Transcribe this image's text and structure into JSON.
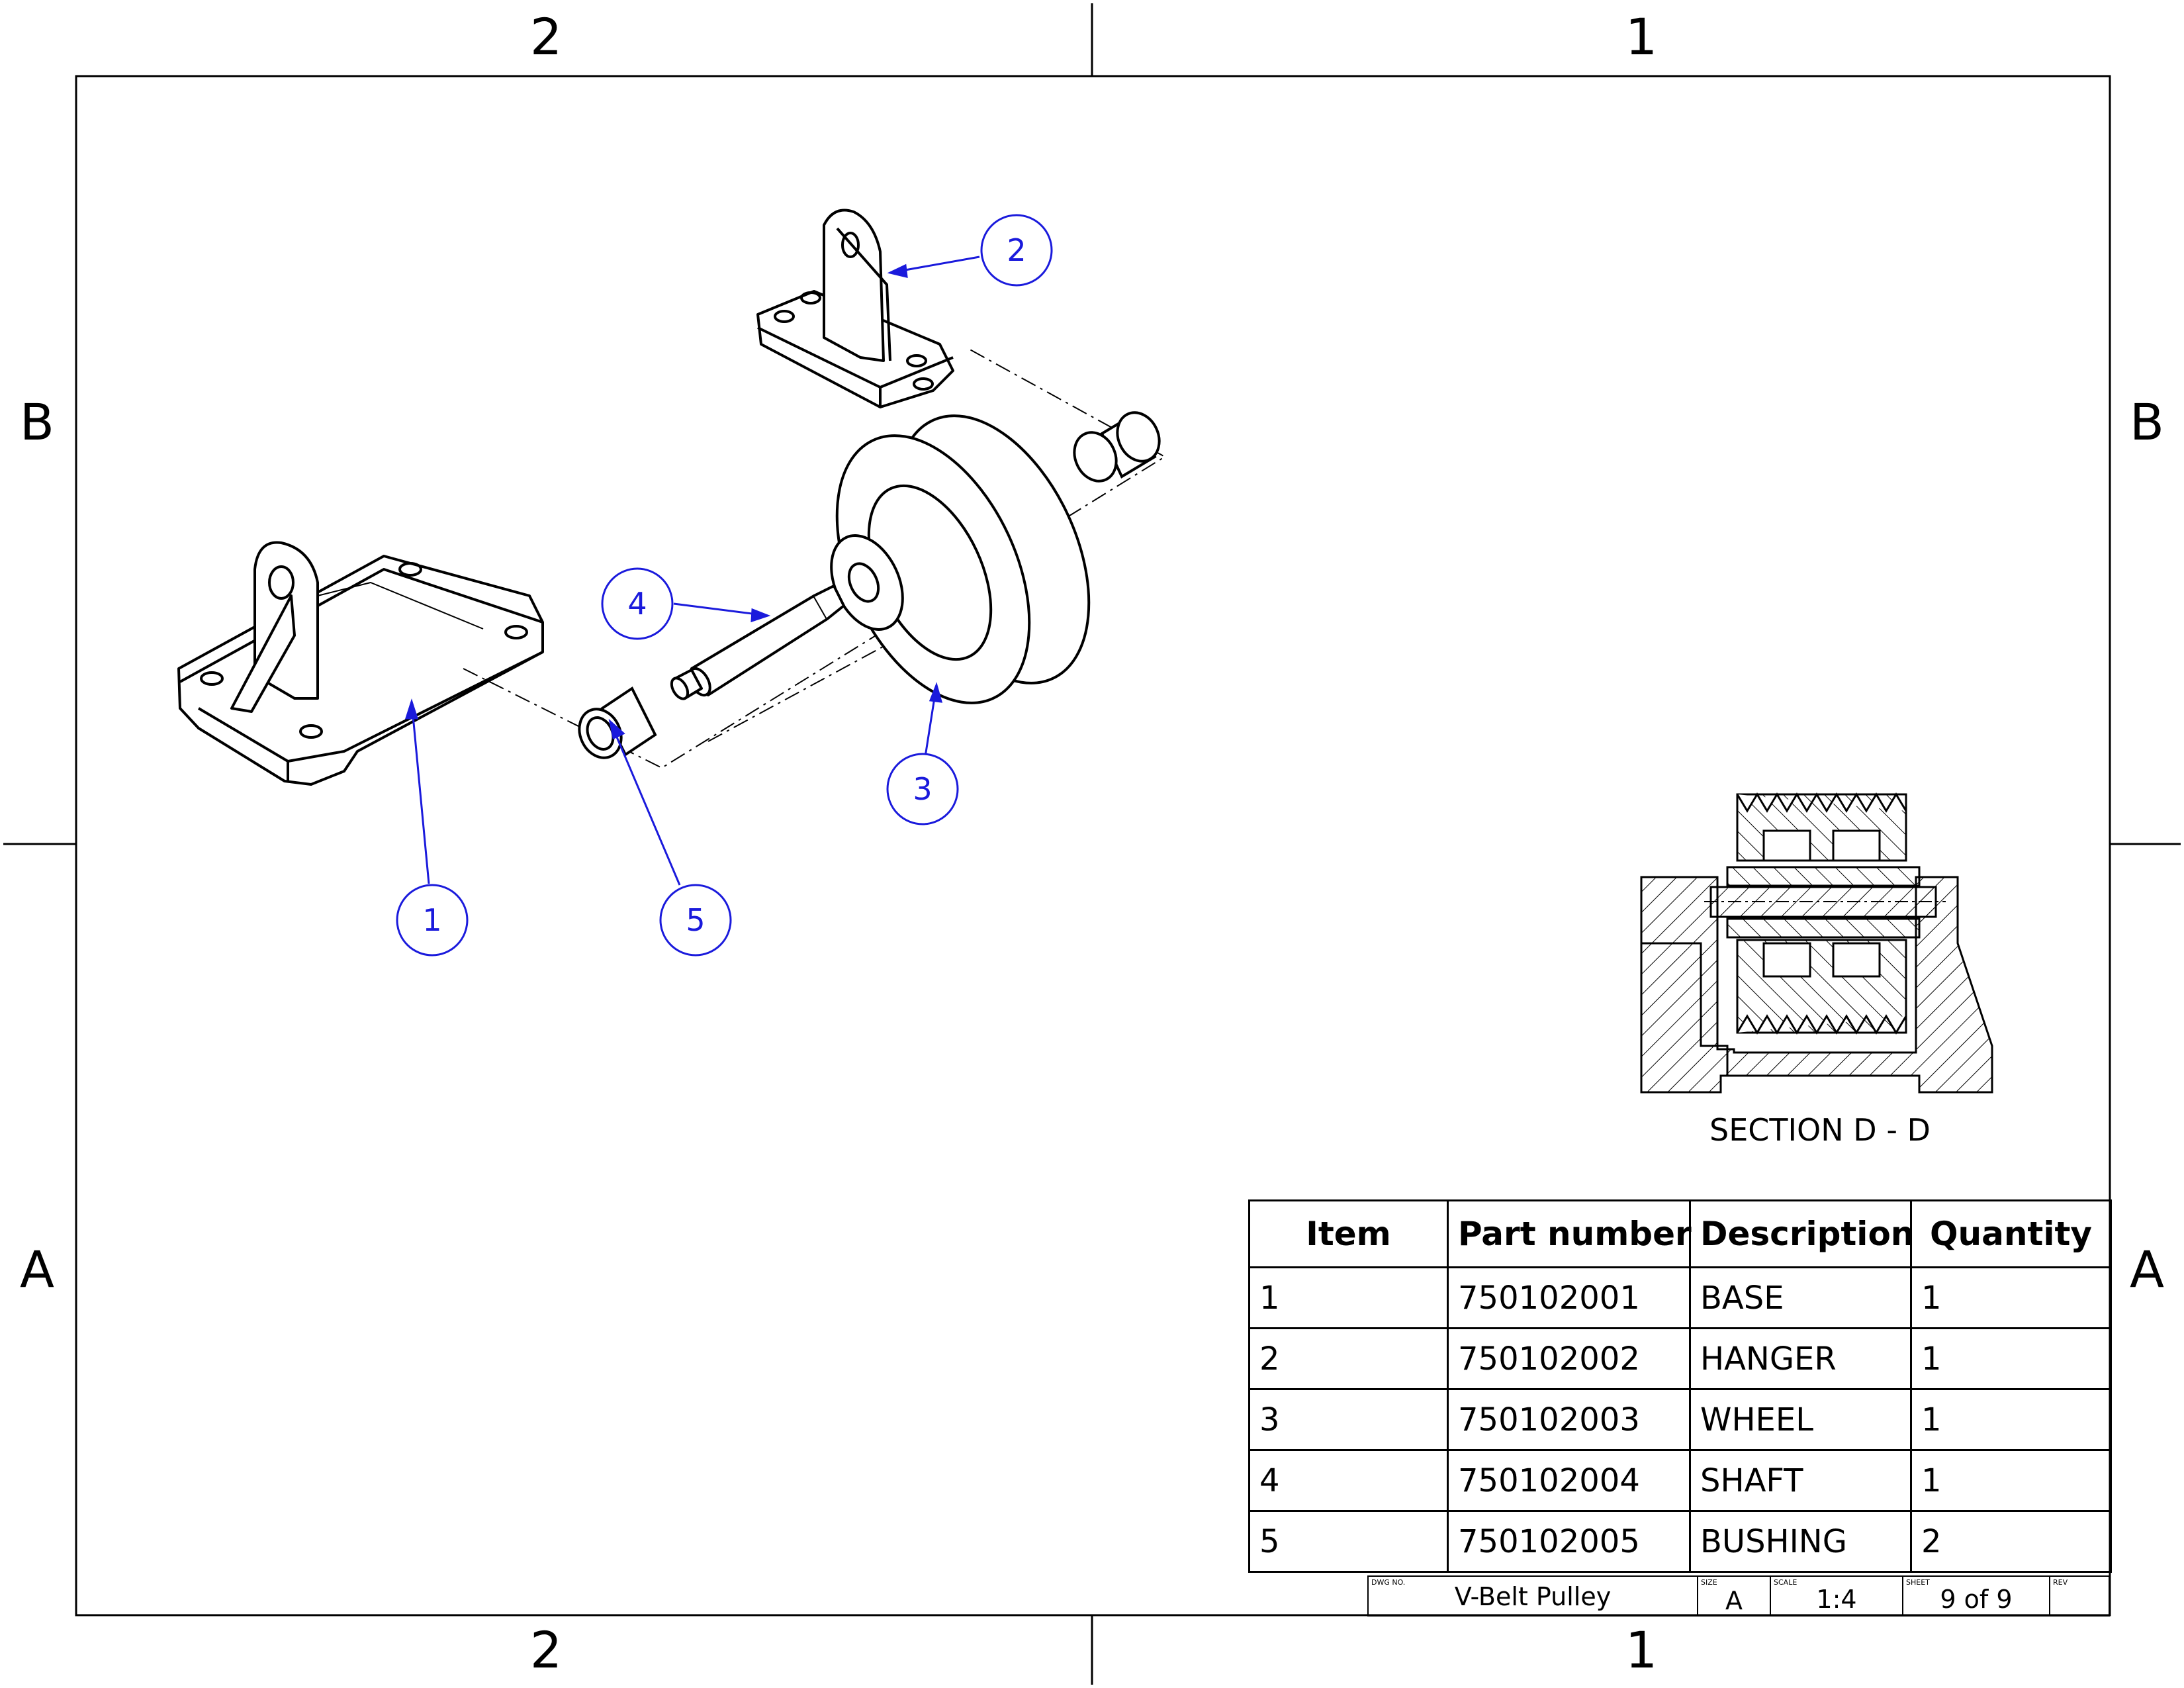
{
  "zones": {
    "top_left": "2",
    "top_right": "1",
    "bottom_left": "2",
    "bottom_right": "1",
    "left_upper": "B",
    "left_lower": "A",
    "right_upper": "B",
    "right_lower": "A"
  },
  "balloons": [
    "1",
    "2",
    "3",
    "4",
    "5"
  ],
  "section_label": "SECTION D - D",
  "bom": {
    "headers": [
      "Item",
      "Part number",
      "Description",
      "Quantity"
    ],
    "rows": [
      [
        "1",
        "750102001",
        "BASE",
        "1"
      ],
      [
        "2",
        "750102002",
        "HANGER",
        "1"
      ],
      [
        "3",
        "750102003",
        "WHEEL",
        "1"
      ],
      [
        "4",
        "750102004",
        "SHAFT",
        "1"
      ],
      [
        "5",
        "750102005",
        "BUSHING",
        "2"
      ]
    ]
  },
  "title_block": {
    "dwg_label": "DWG NO.",
    "dwg_value": "V-Belt Pulley",
    "size_label": "SIZE",
    "size_value": "A",
    "scale_label": "SCALE",
    "scale_value": "1:4",
    "sheet_label": "SHEET",
    "sheet_value": "9 of 9",
    "rev_label": "REV",
    "rev_value": ""
  },
  "colors": {
    "line": "#000000",
    "balloon": "#1a1adc",
    "paper": "#ffffff"
  }
}
